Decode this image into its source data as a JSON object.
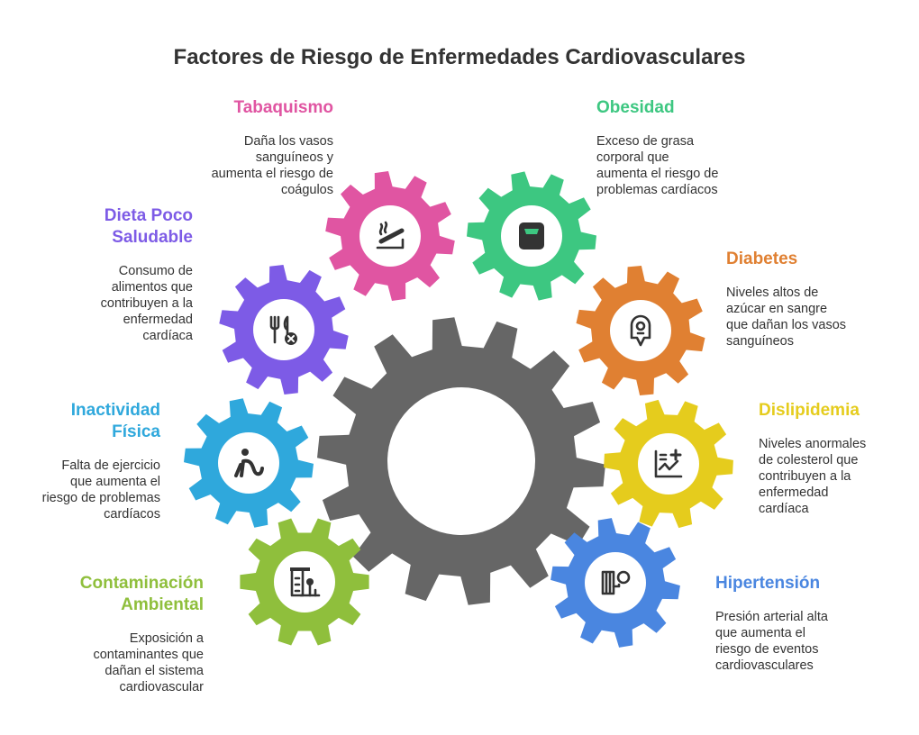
{
  "title": "Factores de Riesgo de Enfermedades Cardiovasculares",
  "colors": {
    "central_gear": "#666666",
    "tabaquismo": "#E055A2",
    "obesidad": "#3DC781",
    "diabetes": "#E08032",
    "dislipidemia": "#E5CC1D",
    "hipertension": "#4A86E0",
    "contaminacion": "#8FBF3C",
    "inactividad": "#2FA8DC",
    "dieta": "#7D5BE6"
  },
  "factors": [
    {
      "key": "tabaquismo",
      "title_lines": [
        "Tabaquismo"
      ],
      "desc_lines": [
        "Daña los vasos",
        "sanguíneos y",
        "aumenta el riesgo de",
        "coágulos"
      ],
      "color": "#E055A2",
      "icon": "smoking-icon"
    },
    {
      "key": "obesidad",
      "title_lines": [
        "Obesidad"
      ],
      "desc_lines": [
        "Exceso de grasa",
        "corporal que",
        "aumenta el riesgo de",
        "problemas cardíacos"
      ],
      "color": "#3DC781",
      "icon": "scale-icon"
    },
    {
      "key": "diabetes",
      "title_lines": [
        "Diabetes"
      ],
      "desc_lines": [
        "Niveles altos de",
        "azúcar en sangre",
        "que dañan los vasos",
        "sanguíneos"
      ],
      "color": "#E08032",
      "icon": "glucose-meter-icon"
    },
    {
      "key": "dislipidemia",
      "title_lines": [
        "Dislipidemia"
      ],
      "desc_lines": [
        "Niveles anormales",
        "de colesterol que",
        "contribuyen a la",
        "enfermedad",
        "cardíaca"
      ],
      "color": "#E5CC1D",
      "icon": "chart-plus-icon"
    },
    {
      "key": "hipertension",
      "title_lines": [
        "Hipertensión"
      ],
      "desc_lines": [
        "Presión arterial alta",
        "que aumenta el",
        "riesgo de eventos",
        "cardiovasculares"
      ],
      "color": "#4A86E0",
      "icon": "blood-pressure-icon"
    },
    {
      "key": "contaminacion",
      "title_lines": [
        "Contaminación",
        "Ambiental"
      ],
      "desc_lines": [
        "Exposición a",
        "contaminantes que",
        "dañan el sistema",
        "cardiovascular"
      ],
      "color": "#8FBF3C",
      "icon": "factory-icon"
    },
    {
      "key": "inactividad",
      "title_lines": [
        "Inactividad",
        "Física"
      ],
      "desc_lines": [
        "Falta de ejercicio",
        "que aumenta el",
        "riesgo de problemas",
        "cardíacos"
      ],
      "color": "#2FA8DC",
      "icon": "sitting-person-icon"
    },
    {
      "key": "dieta",
      "title_lines": [
        "Dieta Poco",
        "Saludable"
      ],
      "desc_lines": [
        "Consumo de",
        "alimentos que",
        "contribuyen a la",
        "enfermedad",
        "cardíaca"
      ],
      "color": "#7D5BE6",
      "icon": "no-food-icon"
    }
  ]
}
